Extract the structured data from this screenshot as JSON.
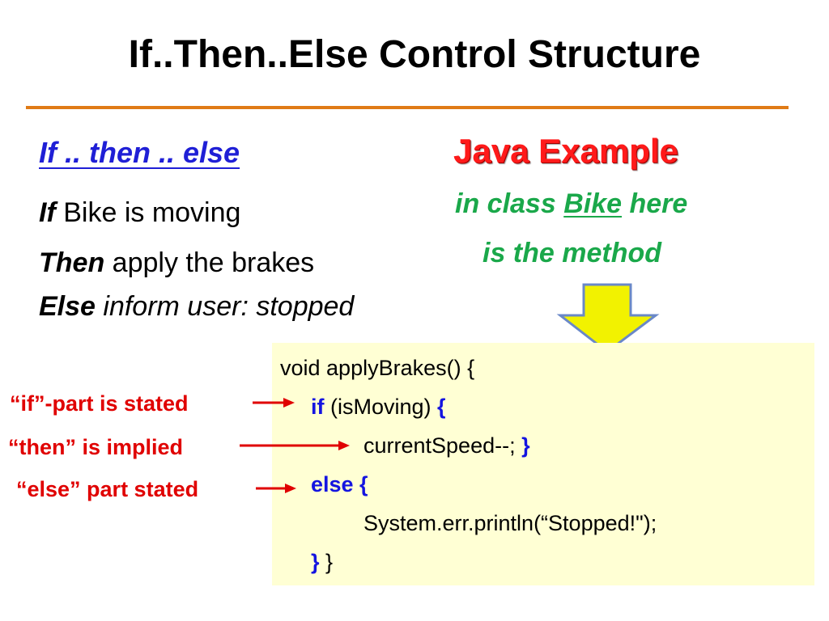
{
  "title": "If..Then..Else Control Structure",
  "colors": {
    "rule": "#e07b16",
    "pseudo_blue": "#1f1fd6",
    "java_red": "#ff1a1a",
    "green": "#1aa84a",
    "code_bg": "#ffffd4",
    "keyword_blue": "#1414e0",
    "note_red": "#e00000",
    "arrow_fill": "#f2f200",
    "arrow_stroke": "#6a88c8"
  },
  "pseudo": {
    "heading": "If .. then .. else",
    "lines": [
      {
        "keyword": "If",
        "rest": " Bike is moving"
      },
      {
        "keyword": "Then",
        "rest": " apply the brakes"
      },
      {
        "keyword": "Else",
        "rest": " inform user: stopped"
      }
    ]
  },
  "java": {
    "heading": "Java Example",
    "line1_pre": "in class ",
    "line1_link": "Bike",
    "line1_post": " here",
    "line2": "is the method",
    "arrow_icon": "down-arrow-icon"
  },
  "code": {
    "line1": "void applyBrakes() {",
    "line2_kw": "if",
    "line2_rest": " (isMoving) ",
    "line2_brace": "{",
    "line3_text": "currentSpeed--; ",
    "line3_brace": "}",
    "line4": "else {",
    "line5": "System.err.println(“Stopped!\");",
    "line6_brace": "}",
    "line6_rest": " }"
  },
  "annotations": [
    "“if”-part is stated",
    "“then” is implied",
    "“else” part stated"
  ]
}
